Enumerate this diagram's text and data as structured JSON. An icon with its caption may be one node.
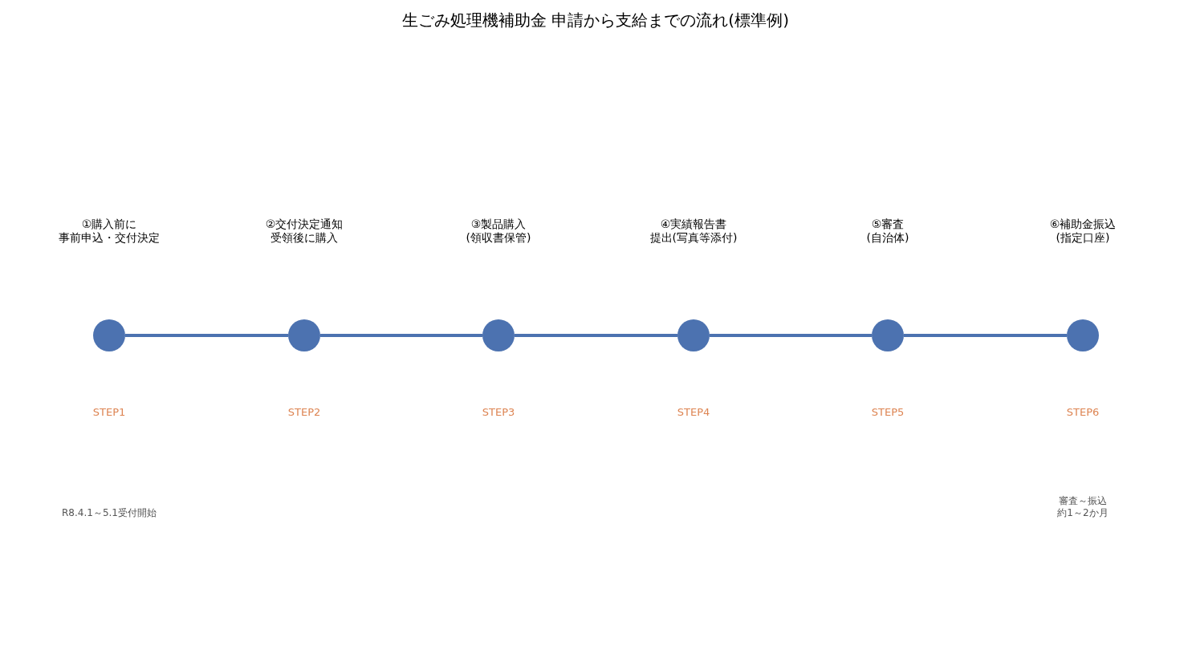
{
  "diagram": {
    "title": "生ごみ処理機補助金 申請から支給までの流れ(標準例)",
    "nodes": [
      {
        "text": [],
        "shape": "circle"
      },
      {
        "text": [],
        "shape": "circle"
      },
      {
        "text": [],
        "shape": "circle"
      },
      {
        "text": [],
        "shape": "circle"
      },
      {
        "text": [],
        "shape": "circle"
      },
      {
        "text": [],
        "shape": "circle"
      }
    ],
    "edges": [
      {
        "from": 0,
        "to": 1,
        "arrow": "none"
      },
      {
        "from": 1,
        "to": 2,
        "arrow": "none"
      },
      {
        "from": 2,
        "to": 3,
        "arrow": "none"
      },
      {
        "from": 3,
        "to": 4,
        "arrow": "none"
      },
      {
        "from": 4,
        "to": 5,
        "arrow": "none"
      }
    ],
    "labels": [
      "①購入前に事前申込・交付決定",
      "②交付決定通知受領後に購入",
      "③製品購入(領収書保管)",
      "④実績報告書提出(写真等添付)",
      "⑤審査(自治体)",
      "⑥補助金振込(指定口座)",
      "STEP1",
      "STEP2",
      "STEP3",
      "STEP4",
      "STEP5",
      "STEP6",
      "R8.4.1～5.1受付開始",
      "審査～振込約1～2か月"
    ]
  }
}
